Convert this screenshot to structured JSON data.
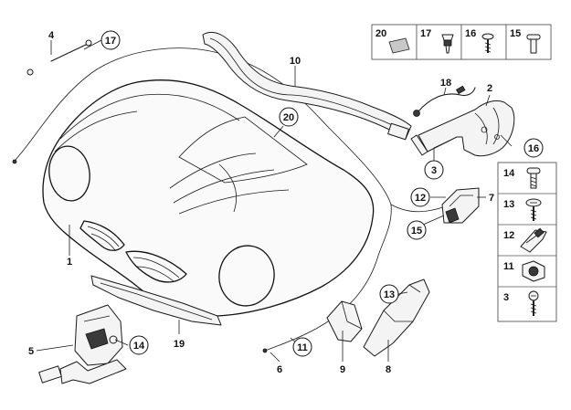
{
  "callouts": {
    "p1": "1",
    "p2": "2",
    "c3": "3",
    "p4": "4",
    "p5": "5",
    "p6": "6",
    "p7": "7",
    "p8": "8",
    "p9": "9",
    "p10": "10",
    "c11": "11",
    "c12": "12",
    "c13": "13",
    "c14": "14",
    "c15": "15",
    "c16": "16",
    "c17": "17",
    "p18": "18",
    "p19": "19",
    "c20": "20"
  },
  "legend_top": [
    "20",
    "17",
    "16",
    "15"
  ],
  "legend_side": [
    "14",
    "13",
    "12",
    "11",
    "3"
  ],
  "icons": {
    "hood": "bonnet-icon",
    "strut": "gas-strut-icon",
    "seal": "hood-seal-icon",
    "cable": "release-cable-icon",
    "lock": "bonnet-lock-icon",
    "handle": "release-handle-icon",
    "bracket": "bracket-icon",
    "pad": "insulation-pad-icon",
    "buffer": "rubber-buffer-icon",
    "screw": "screw-icon",
    "clip": "clip-icon",
    "nut": "nut-icon"
  }
}
